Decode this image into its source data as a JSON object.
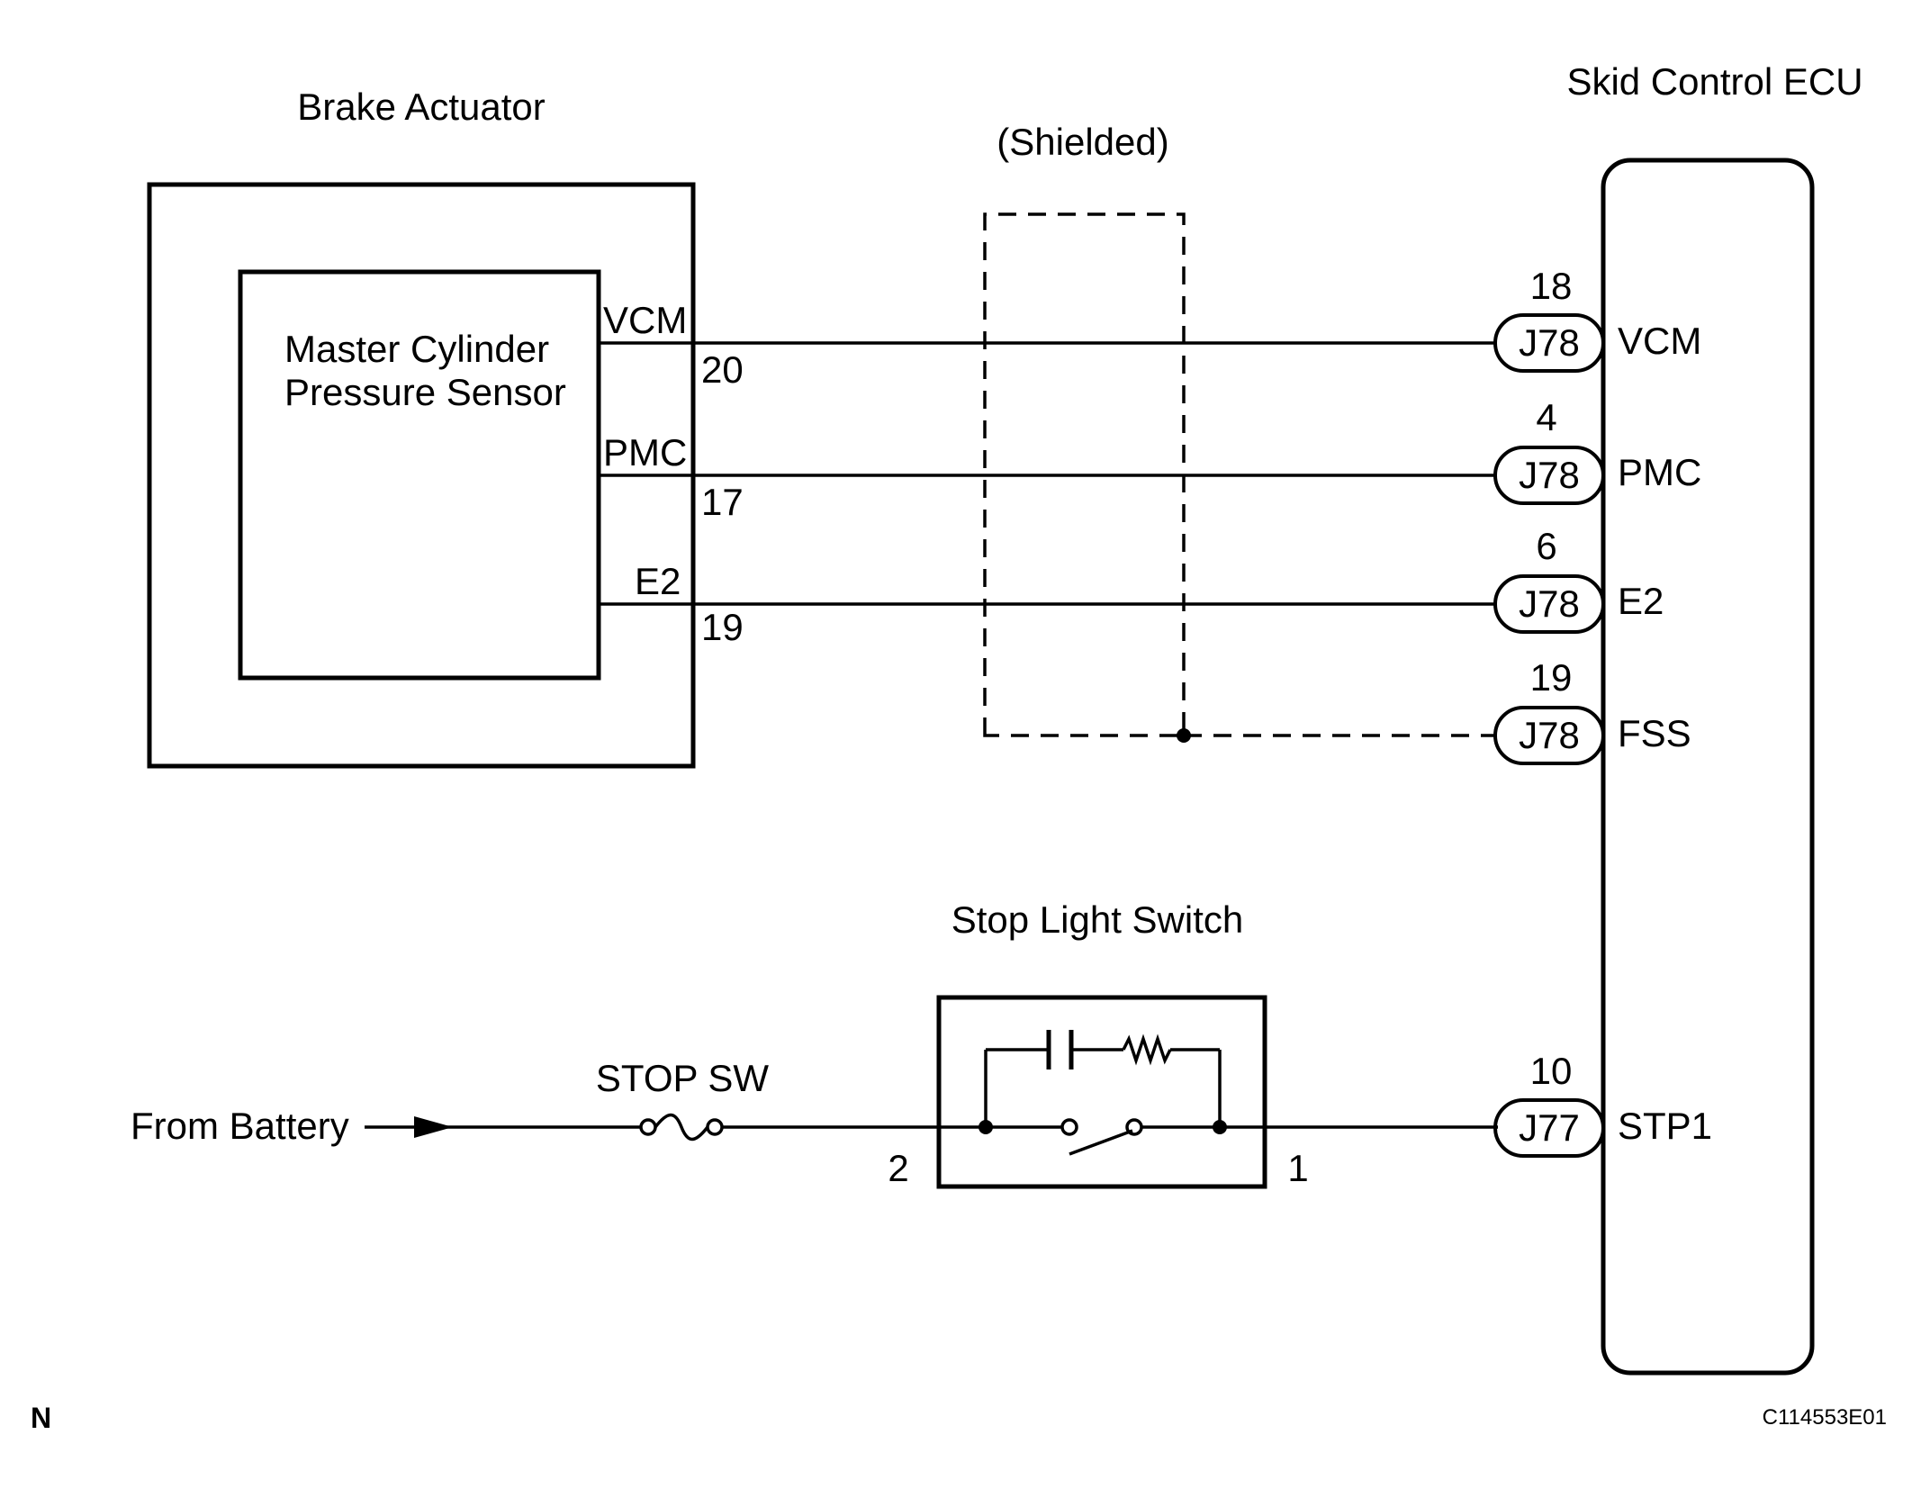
{
  "components": {
    "brake_actuator": "Brake Actuator",
    "pressure_sensor": [
      "Master Cylinder",
      "Pressure Sensor"
    ],
    "ecu": "Skid Control ECU",
    "stop_light_switch": "Stop Light Switch",
    "fuse": "STOP SW",
    "source": "From Battery"
  },
  "shield_label": "(Shielded)",
  "sensor_pins": [
    {
      "name": "VCM",
      "number": "20"
    },
    {
      "name": "PMC",
      "number": "17"
    },
    {
      "name": "E2",
      "number": "19"
    }
  ],
  "ecu_terminals": [
    {
      "pin": "18",
      "connector": "J78",
      "signal": "VCM"
    },
    {
      "pin": "4",
      "connector": "J78",
      "signal": "PMC"
    },
    {
      "pin": "6",
      "connector": "J78",
      "signal": "E2"
    },
    {
      "pin": "19",
      "connector": "J78",
      "signal": "FSS"
    },
    {
      "pin": "10",
      "connector": "J77",
      "signal": "STP1"
    }
  ],
  "switch_pins": {
    "left": "2",
    "right": "1"
  },
  "corner_mark": "N",
  "figure_code": "C114553E01"
}
